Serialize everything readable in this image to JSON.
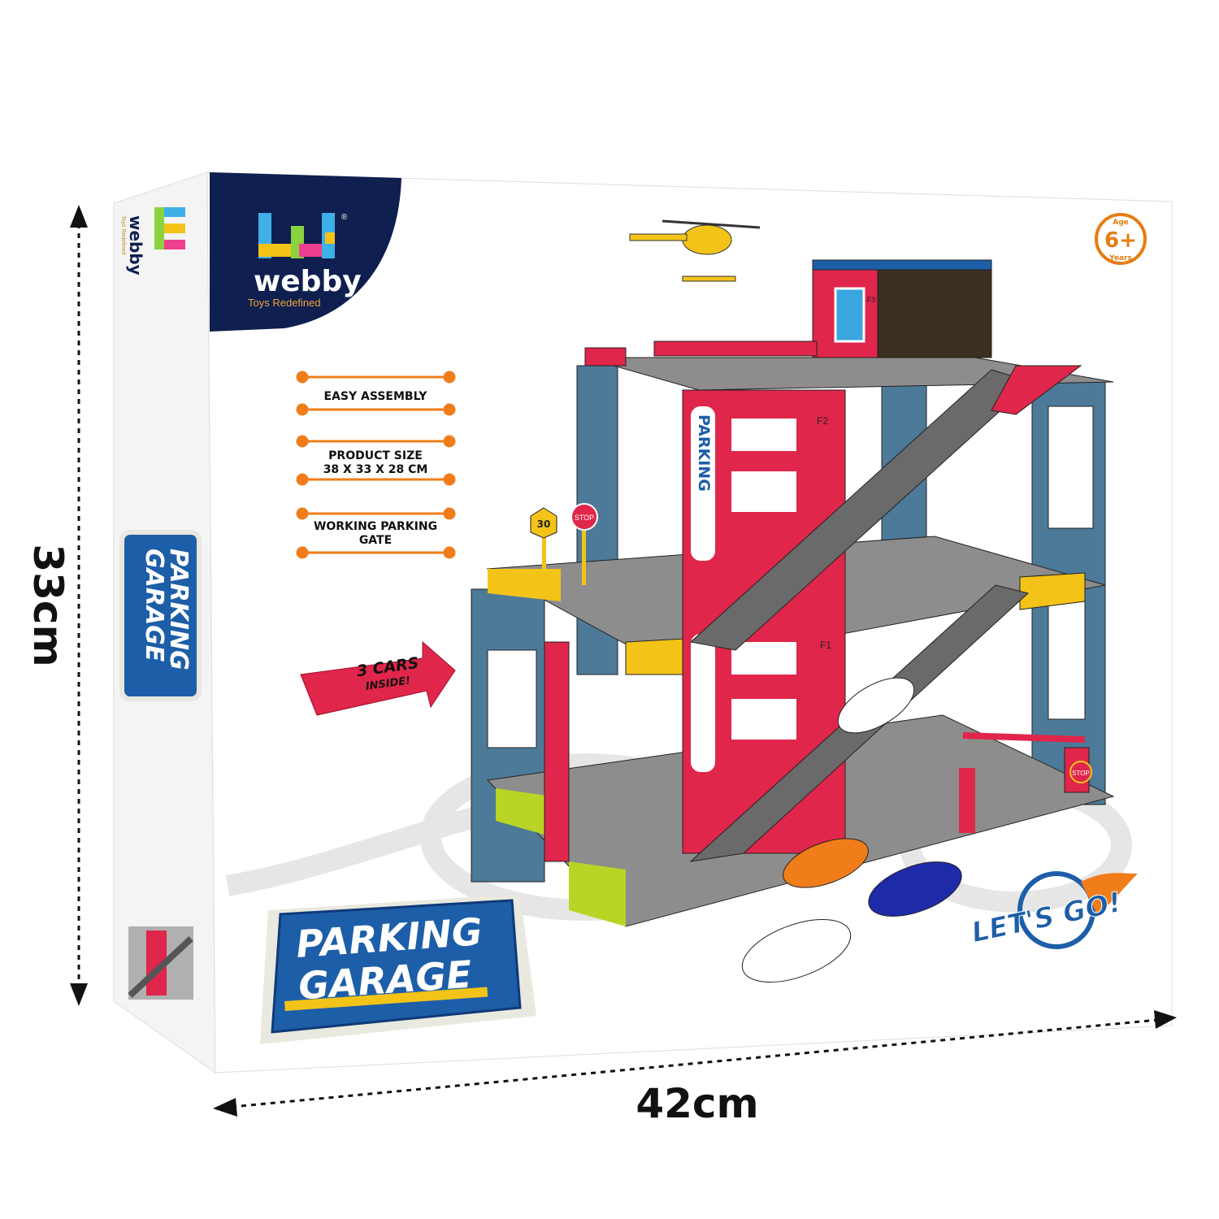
{
  "brand": {
    "name": "webby",
    "tagline": "Toys Redefined",
    "registered": "®"
  },
  "features": [
    {
      "lines": [
        "EASY ASSEMBLY"
      ]
    },
    {
      "lines": [
        "PRODUCT SIZE",
        "38 X 33 X 28 CM"
      ]
    },
    {
      "lines": [
        "WORKING PARKING",
        "GATE"
      ]
    }
  ],
  "age_badge": {
    "top": "Age",
    "value": "6+",
    "bottom": "Years"
  },
  "cars_callout": {
    "line1": "3 CARS",
    "line2": "INSIDE!"
  },
  "product_title": {
    "line1": "PARKING",
    "line2": "GARAGE"
  },
  "side_title": {
    "line1": "PARKING",
    "line2": "GARAGE"
  },
  "slogan": "LET'S GO!",
  "garage_signs": {
    "tower": "PARKING",
    "floor1": "F1",
    "floor2": "F2",
    "floor3": "F3",
    "stop": "STOP",
    "speed": "30"
  },
  "dimensions": {
    "height": "33cm",
    "width": "42cm"
  },
  "colors": {
    "navy": "#0f1f4f",
    "orange": "#f07d1a",
    "red": "#e0264a",
    "blue": "#1d5ea8",
    "slate": "#4d7a99",
    "yellow": "#f3c318"
  }
}
